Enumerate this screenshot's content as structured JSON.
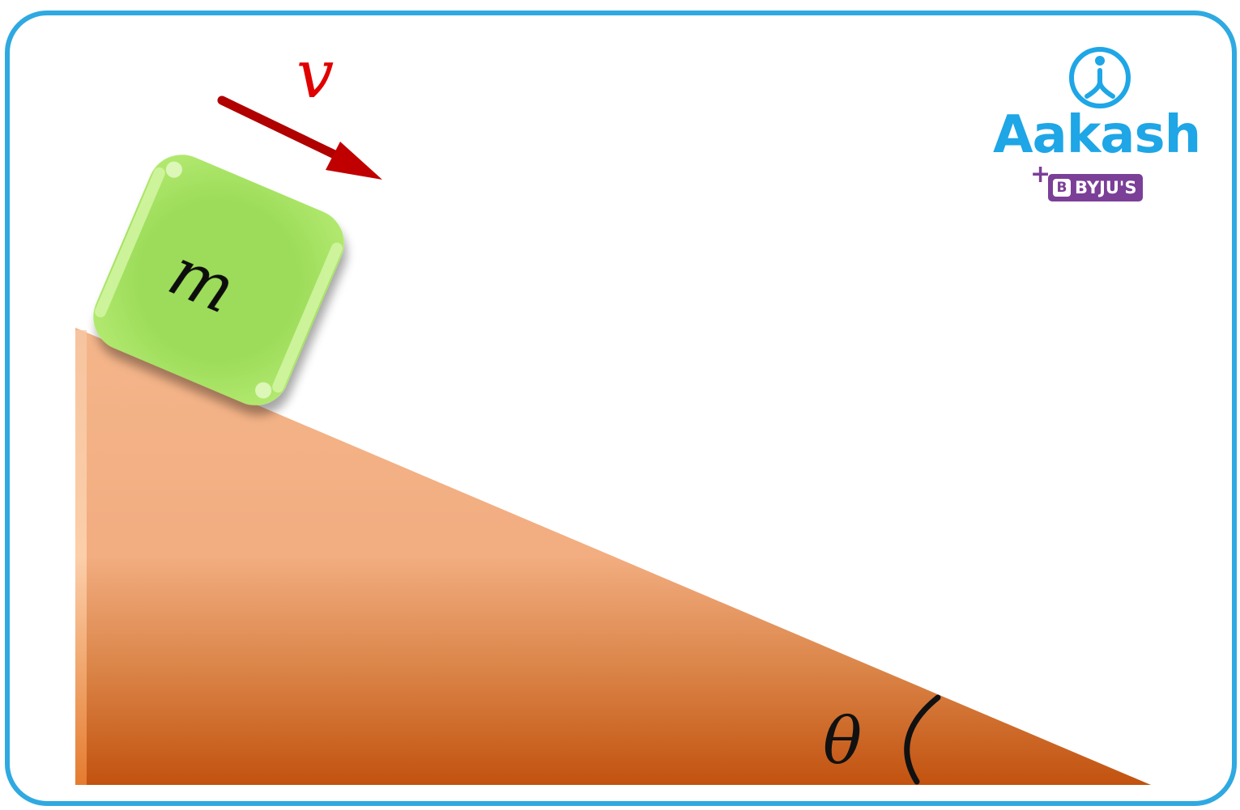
{
  "labels": {
    "mass": "m",
    "velocity": "v",
    "angle": "θ"
  },
  "logo": {
    "name": "Aakash",
    "partner": "BYJU'S",
    "partner_mark": "B",
    "plus": "+"
  },
  "colors": {
    "frame": "#2fa9e1",
    "incline_top": "#f3b287",
    "incline_bottom": "#c2520f",
    "block": "#9ddc5a",
    "velocity_arrow": "#c00000",
    "velocity_label": "#e00000",
    "logo_blue": "#1ea6e6",
    "logo_purple": "#7b3f98"
  },
  "icons": {
    "logo_symbol": "aakash-person-icon",
    "velocity_arrow": "arrow-icon"
  }
}
